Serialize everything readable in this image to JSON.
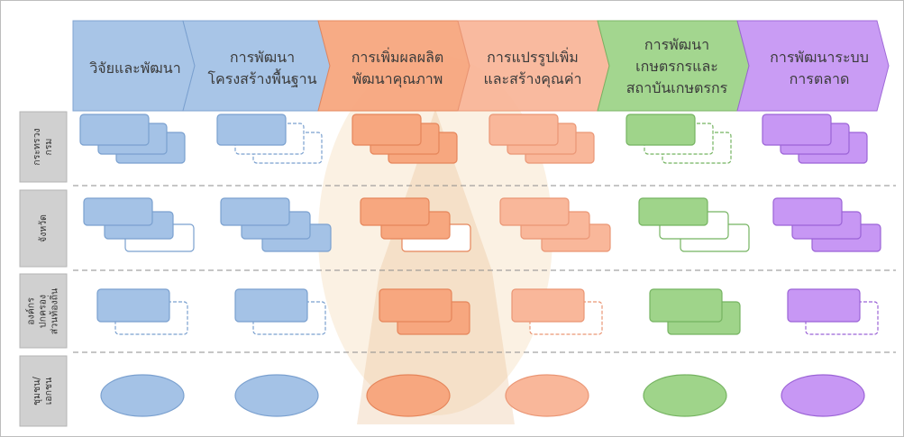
{
  "stages": [
    {
      "label": "วิจัยและพัฒนา",
      "color": "#a4c2e6",
      "stroke": "#7aa0cf"
    },
    {
      "label": "การพัฒนา\nโครงสร้างพื้นฐาน",
      "color": "#a4c2e6",
      "stroke": "#7aa0cf"
    },
    {
      "label": "การเพิ่มผลผลิต\nพัฒนาคุณภาพ",
      "color": "#f7a77f",
      "stroke": "#e5855a"
    },
    {
      "label": "การแปรรูปเพิ่ม\nและสร้างคุณค่า",
      "color": "#f9b79a",
      "stroke": "#ea9675"
    },
    {
      "label": "การพัฒนา\nเกษตรกรและ\nสถาบันเกษตรกร",
      "color": "#9fd48a",
      "stroke": "#75b361"
    },
    {
      "label": "การพัฒนาระบบ\nการตลาด",
      "color": "#c797f4",
      "stroke": "#9b63d6"
    }
  ],
  "rows": [
    {
      "label": "กระทรวง กรม"
    },
    {
      "label": "จังหวัด"
    },
    {
      "label": "องค์กรปกครอง\nส่วนท้องถิ่น"
    },
    {
      "label": "ชุมชน/เอกชน"
    }
  ]
}
